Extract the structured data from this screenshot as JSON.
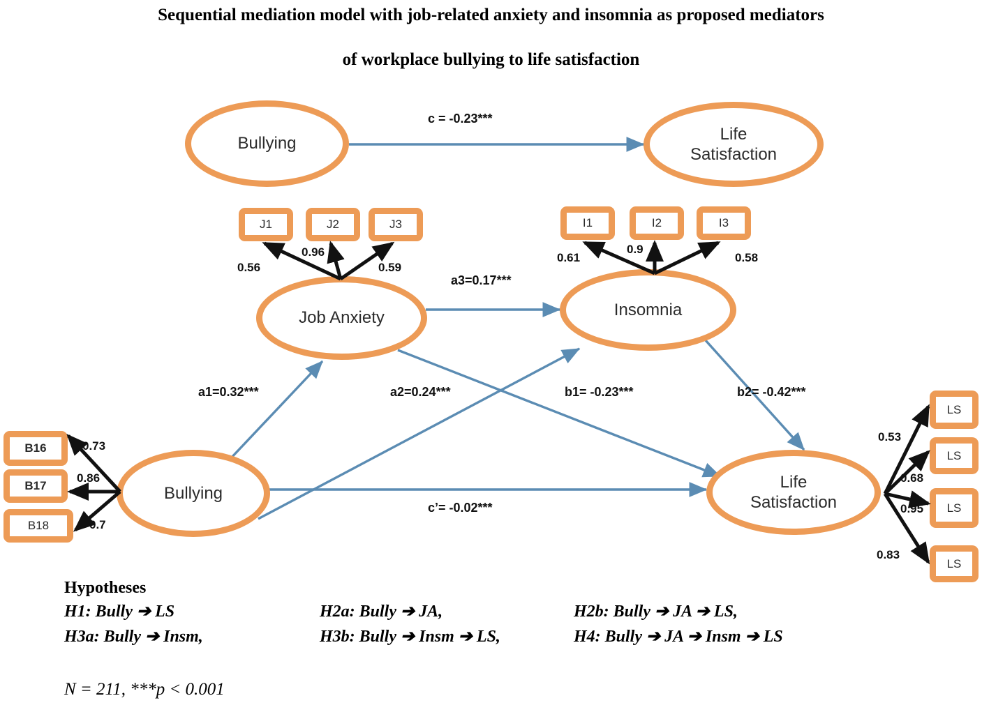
{
  "title": {
    "line1": "Sequential mediation model with job-related anxiety and insomnia as proposed mediators",
    "line2": "of workplace bullying to life satisfaction"
  },
  "colors": {
    "node_border": "#ED9B56",
    "structural_path": "#5B8CB3",
    "measurement_path": "#000000",
    "text": "#000000"
  },
  "nodes": {
    "bullying_top": "Bullying",
    "life_satisfaction_top_l1": "Life",
    "life_satisfaction_top_l2": "Satisfaction",
    "job_anxiety": "Job Anxiety",
    "insomnia": "Insomnia",
    "bullying_bottom": "Bullying",
    "life_satisfaction_bottom_l1": "Life",
    "life_satisfaction_bottom_l2": "Satisfaction"
  },
  "indicators": {
    "job_anxiety": [
      {
        "label": "J1",
        "loading": "0.56"
      },
      {
        "label": "J2",
        "loading": "0.96"
      },
      {
        "label": "J3",
        "loading": "0.59"
      }
    ],
    "insomnia": [
      {
        "label": "I1",
        "loading": "0.61"
      },
      {
        "label": "I2",
        "loading": "0.9"
      },
      {
        "label": "I3",
        "loading": "0.58"
      }
    ],
    "bullying": [
      {
        "label": "B16",
        "loading": "0.73"
      },
      {
        "label": "B17",
        "loading": "0.86"
      },
      {
        "label": "B18",
        "loading": "0.7"
      }
    ],
    "life_satisfaction": [
      {
        "label": "LS",
        "loading": "0.53"
      },
      {
        "label": "LS",
        "loading": "0.68"
      },
      {
        "label": "LS",
        "loading": "0.95"
      },
      {
        "label": "LS",
        "loading": "0.83"
      }
    ]
  },
  "paths": {
    "c": "c = -0.23***",
    "a1": "a1=0.32***",
    "a2": "a2=0.24***",
    "a3": "a3=0.17***",
    "b1": "b1= -0.23***",
    "b2": "b2= -0.42***",
    "c_prime": "c’= -0.02***"
  },
  "hypotheses": {
    "heading": "Hypotheses",
    "row1": [
      "H1: Bully ➔ LS",
      "H2a: Bully ➔ JA,",
      "H2b: Bully ➔ JA ➔ LS,"
    ],
    "row2": [
      "H3a: Bully ➔ Insm,",
      "H3b: Bully ➔ Insm ➔ LS,",
      "H4: Bully ➔ JA ➔ Insm ➔ LS"
    ]
  },
  "footnote": "N = 211,  ***p < 0.001"
}
